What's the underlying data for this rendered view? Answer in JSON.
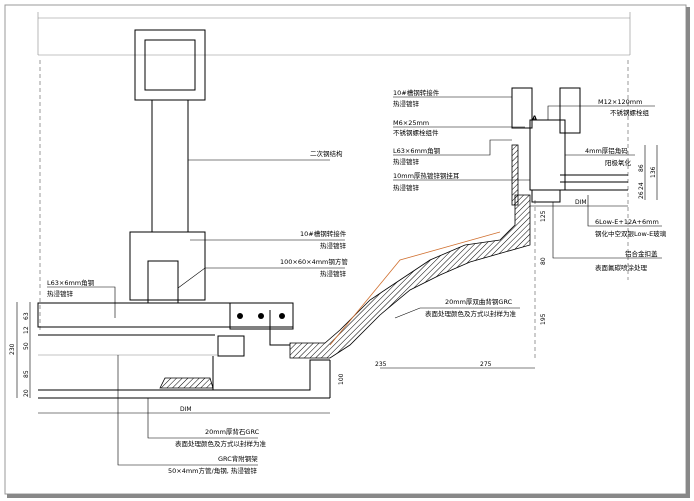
{
  "labels": {
    "secondary_steel": "二次钢结构",
    "channel_left": "10#槽钢转接件",
    "channel_left_sub": "热浸镀锌",
    "tube_left": "100×60×4mm钢方管",
    "tube_left_sub": "热浸镀锌",
    "angle_left": "L63×6mm角钢",
    "angle_left_sub": "热浸镀锌",
    "grc_bottom": "20mm厚背石GRC",
    "grc_bottom_sub": "表面处理颜色及方式以封样为准",
    "grc_frame": "GRC背附钢架",
    "grc_frame_sub": "50×4mm方管/角钢, 热浸镀锌",
    "channel_right": "10#槽钢转接件",
    "channel_right_sub": "热浸镀锌",
    "bolt_m6": "M6×25mm",
    "bolt_m6_sub": "不锈钢螺栓组件",
    "angle_right": "L63×6mm角钢",
    "angle_right_sub": "热浸镀锌",
    "lug": "10mm厚热镀锌钢挂耳",
    "lug_sub": "热浸镀锌",
    "bolt_m12": "M12×120mm",
    "bolt_m12_sub": "不锈钢螺栓组",
    "alu_angle": "4mm厚铝角码",
    "alu_angle_sub": "阳极氧化",
    "glass": "6Low-E+12A+6mm",
    "glass_sub": "钢化中空双银Low-E玻璃",
    "alu_cap": "铝合金扣盖",
    "alu_cap_sub": "表面氟碳喷涂处理",
    "grc_curve": "20mm厚双曲背钢GRC",
    "grc_curve_sub": "表面处理颜色及方式以封样为准",
    "section_mark": "A"
  },
  "dims": {
    "total_left": "230",
    "d63": "63",
    "d12": "12",
    "d50": "50",
    "d85": "85",
    "d20": "20",
    "dim_bottom": "DIM",
    "d100": "100",
    "d235": "235",
    "d275": "275",
    "d195": "195",
    "d80": "80",
    "d125": "125",
    "dim_right": "DIM",
    "d86": "86",
    "d136": "136",
    "d24": "24",
    "d26": "26"
  },
  "colors": {
    "line": "#000000",
    "leader_orange": "#d07030"
  }
}
